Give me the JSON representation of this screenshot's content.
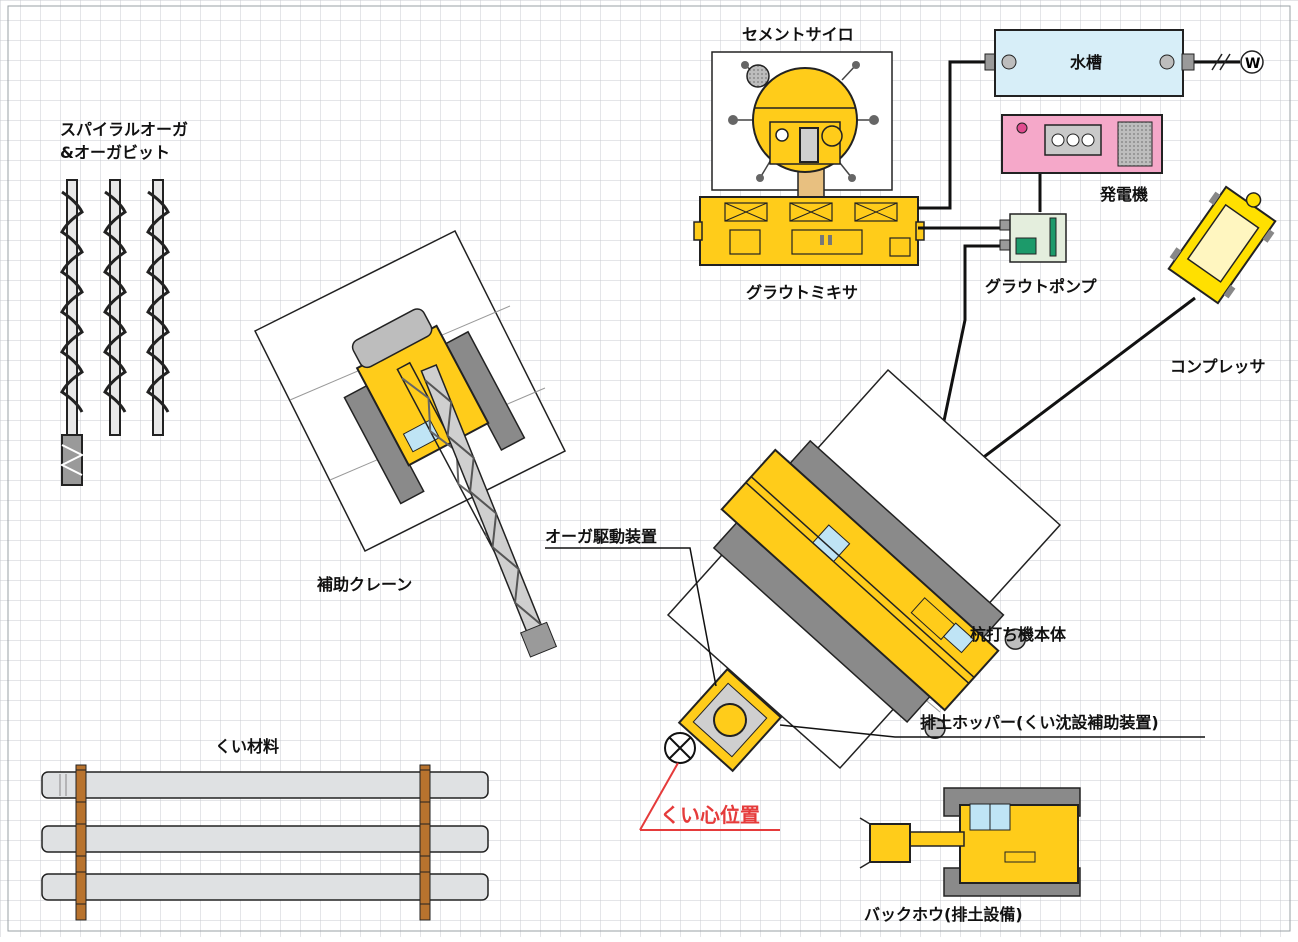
{
  "colors": {
    "grid": "#c9cbd0",
    "machine_yellow": "#ffcc1a",
    "track_gray": "#8a8a8a",
    "water_tank": "#d7eef8",
    "generator_pink": "#f5a8c9",
    "pile_gray": "#dfe1e3",
    "accent_red": "#e53b3b",
    "outline": "#222222"
  },
  "labels": {
    "spiral_auger": "スパイラルオーガ",
    "auger_bit": "&オーガビット",
    "cement_silo": "セメントサイロ",
    "water_tank": "水槽",
    "water_symbol": "W",
    "generator": "発電機",
    "grout_mixer": "グラウトミキサ",
    "grout_pump": "グラウトポンプ",
    "compressor": "コンプレッサ",
    "aux_crane": "補助クレーン",
    "auger_drive": "オーガ駆動装置",
    "pile_driver": "杭打ち機本体",
    "hopper": "排土ホッパー(くい沈設補助装置)",
    "pile_center": "くい心位置",
    "pile_material": "くい材料",
    "backhoe": "バックホウ(排土設備)"
  }
}
